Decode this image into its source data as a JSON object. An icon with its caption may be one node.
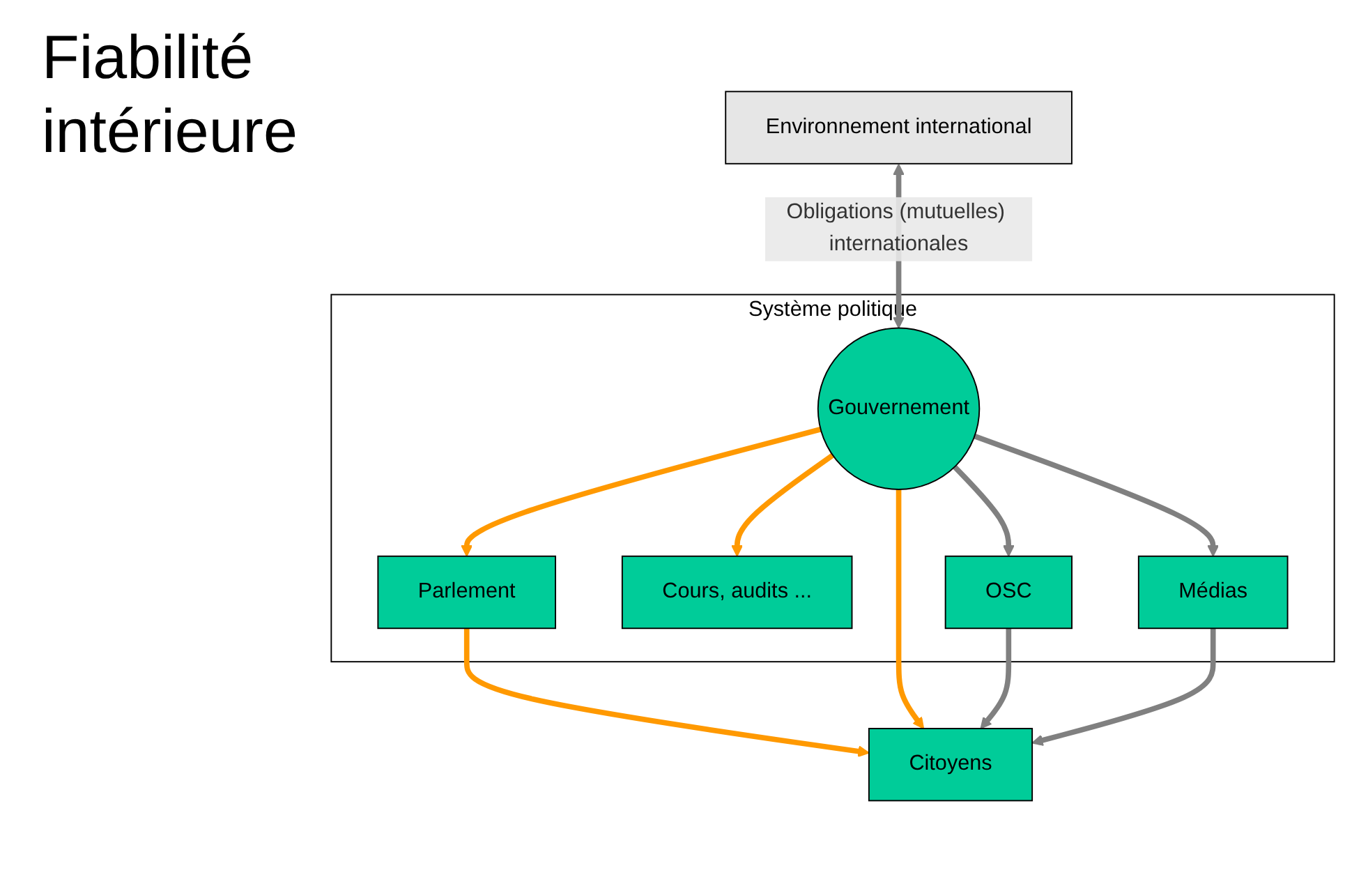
{
  "diagram": {
    "title": "Fiabilité intérieure",
    "nodes": [
      {
        "text": [
          "Système politique"
        ]
      },
      {
        "text": [
          "Environnement international"
        ]
      },
      {
        "text": [
          "Parlement"
        ],
        "in": 0
      },
      {
        "text": [
          "Gouvernement"
        ],
        "in": 0
      },
      {
        "text": [
          "Cours, audits ..."
        ],
        "in": 0
      },
      {
        "text": [
          "OSC"
        ],
        "in": 0
      },
      {
        "text": [
          "Médias"
        ],
        "in": 0
      },
      {
        "text": [
          "Citoyens"
        ]
      }
    ],
    "edges": [
      {
        "from": 1,
        "to": 3,
        "arrow": "both",
        "label": "Obligations (mutuelles) internationales",
        "color": "#808080"
      },
      {
        "from": 3,
        "to": 2,
        "arrow": "to",
        "color": "#ff9900"
      },
      {
        "from": 3,
        "to": 4,
        "arrow": "to",
        "color": "#ff9900"
      },
      {
        "from": 3,
        "to": 5,
        "arrow": "to",
        "color": "#808080"
      },
      {
        "from": 3,
        "to": 6,
        "arrow": "to",
        "color": "#808080"
      },
      {
        "from": 2,
        "to": 7,
        "arrow": "to",
        "color": "#ff9900"
      },
      {
        "from": 3,
        "to": 7,
        "arrow": "to",
        "color": "#ff9900"
      },
      {
        "from": 5,
        "to": 7,
        "arrow": "to",
        "color": "#808080"
      },
      {
        "from": 6,
        "to": 7,
        "arrow": "to",
        "color": "#808080"
      }
    ]
  }
}
